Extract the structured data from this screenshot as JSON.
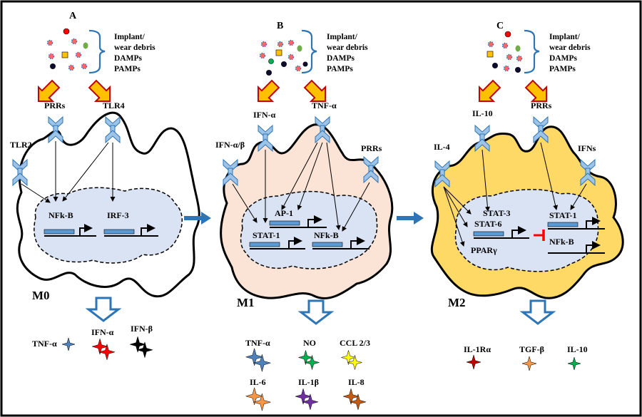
{
  "panels": [
    {
      "letter": "A",
      "debris": [
        "Implant/",
        "wear debris",
        "DAMPs",
        "PAMPs"
      ],
      "state": "M0",
      "receptors": [
        "PRRs",
        "TLR4",
        "TLR2"
      ],
      "nuclear": [
        "NFk-B",
        "IRF-3"
      ],
      "outputs": [
        {
          "label": "TNF-α",
          "color": "#4f81bd"
        },
        {
          "label": "IFN-α",
          "color": "#ff0000"
        },
        {
          "label": "IFN-β",
          "color": "#000000"
        }
      ]
    },
    {
      "letter": "B",
      "debris": [
        "Implant/",
        "wear debris",
        "DAMPs",
        "PAMPs"
      ],
      "state": "M1",
      "receptors": [
        "IFN-α",
        "TNF-α",
        "IFN-α/β",
        "PRRs"
      ],
      "nuclear": [
        "AP-1",
        "STAT-1",
        "NFk-B"
      ],
      "outputs": [
        {
          "label": "TNF-α",
          "color": "#4f81bd"
        },
        {
          "label": "NO",
          "color": "#00b050"
        },
        {
          "label": "CCL 2/3",
          "color": "#ffff00"
        },
        {
          "label": "IL-6",
          "color": "#f79646"
        },
        {
          "label": "IL-1β",
          "color": "#7030a0"
        },
        {
          "label": "IL-8",
          "color": "#c55a11"
        }
      ]
    },
    {
      "letter": "C",
      "debris": [
        "Implant/",
        "wear debris",
        "DAMPs",
        "PAMPs"
      ],
      "state": "M2",
      "receptors": [
        "IL-10",
        "PRRs",
        "IL-4",
        "IFNs"
      ],
      "nuclear": [
        "STAT-3",
        "STAT-6",
        "STAT-1",
        "PPARγ",
        "NFk-B"
      ],
      "outputs": [
        {
          "label": "IL-1Rα",
          "color": "#c00000"
        },
        {
          "label": "TGF-β",
          "color": "#f79646"
        },
        {
          "label": "IL-10",
          "color": "#00b050"
        }
      ]
    }
  ],
  "colors": {
    "border": "#000000",
    "m1_fill": "#fbe3d6",
    "m2_fill": "#ffd966",
    "nucleus_fill": "#dae3f3",
    "flow_arrow": "#2e75b6",
    "receptor": "#9dc3e6",
    "receptor_edge": "#2e75b6",
    "down_arrow_fill": "#ffc000",
    "down_arrow_edge": "#c00000",
    "gene_bar": "#5b9bd5",
    "inhibit": "#ff0000"
  }
}
